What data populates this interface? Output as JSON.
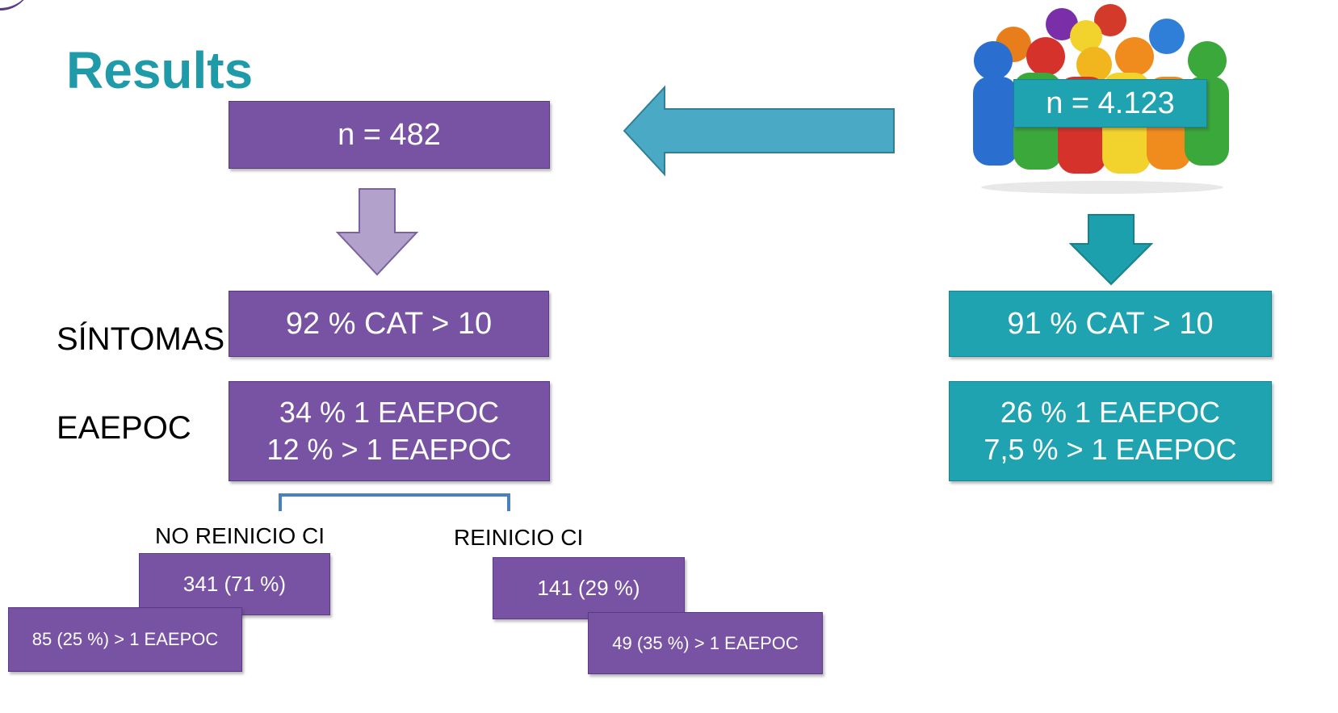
{
  "title": "Results",
  "left": {
    "n_box": "n = 482",
    "symptoms_box": "92 % CAT > 10",
    "exacerbation_line1": "34 % 1 EAEPOC",
    "exacerbation_line2": "12 % > 1 EAEPOC"
  },
  "row_labels": {
    "symptoms": "SÍNTOMAS",
    "exacerbations": "EAEPOC"
  },
  "right": {
    "n_box": "n = 4.123",
    "symptoms_box": "91 % CAT > 10",
    "exacerbation_line1": "26 % 1 EAEPOC",
    "exacerbation_line2": "7,5 % > 1 EAEPOC"
  },
  "split": {
    "no_restart_label": "NO REINICIO CI",
    "restart_label": "REINICIO CI",
    "no_restart_count": "341 (71 %)",
    "no_restart_exac": "85 (25 %) > 1 EAEPOC",
    "restart_count": "141 (29 %)",
    "restart_exac": "49 (35 %) > 1 EAEPOC"
  },
  "colors": {
    "purple": "#7852a3",
    "teal": "#1fa3b1",
    "title": "#1e9aa8",
    "light_purple_arrow": "#b2a1cb"
  },
  "icons": {
    "people_group": "group-of-colored-figures-icon"
  }
}
